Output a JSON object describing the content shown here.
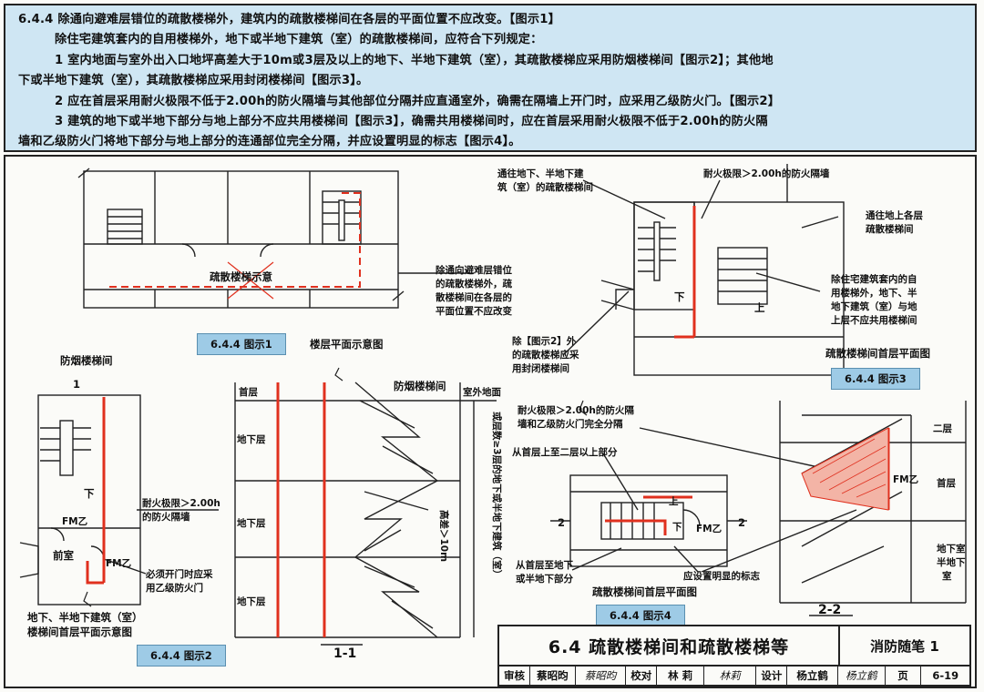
{
  "clause": {
    "line1": "6.4.4  除通向避难层错位的疏散楼梯外，建筑内的疏散楼梯间在各层的平面位置不应改变。【图示1】",
    "line2": "除住宅建筑套内的自用楼梯外，地下或半地下建筑（室）的疏散楼梯间，应符合下列规定：",
    "line3": "1  室内地面与室外出入口地坪高差大于10m或3层及以上的地下、半地下建筑（室），其疏散楼梯应采用防烟楼梯间【图示2】；其他地",
    "line4": "下或半地下建筑（室），其疏散楼梯应采用封闭楼梯间【图示3】。",
    "line5": "2  应在首层采用耐火极限不低于2.00h的防火隔墙与其他部位分隔并应直通室外，确需在隔墙上开门时，应采用乙级防火门。【图示2】",
    "line6": "3  建筑的地下或半地下部分与地上部分不应共用楼梯间【图示3】，确需共用楼梯间时，应在首层采用耐火极限不低于2.00h的防火隔",
    "line7": "墙和乙级防火门将地下部分与地上部分的连通部位完全分隔，并应设置明显的标志【图示4】。"
  },
  "fig1": {
    "crossed_label": "疏散楼梯示意",
    "note": [
      "除通向避难层错位",
      "的疏散楼梯外，疏",
      "散楼梯间在各层的",
      "平面位置不应改变"
    ],
    "tag": "6.4.4  图示1",
    "caption": "楼层平面示意图"
  },
  "fig2": {
    "smoke_stair": "防烟楼梯间",
    "section_mark": "1",
    "fm": "FM乙",
    "down": "下",
    "anteroom": "前室",
    "fm2": "FM乙",
    "wall_note": [
      "耐火极限＞2.00h",
      "的防火隔墙"
    ],
    "door_note": [
      "必须开门时应采",
      "用乙级防火门"
    ],
    "caption": [
      "地下、半地下建筑（室）",
      "楼梯间首层平面示意图"
    ],
    "tag": "6.4.4  图示2"
  },
  "fig3": {
    "note_top": [
      "通往地下、半地下建",
      "筑（室）的疏散楼梯间"
    ],
    "note_wall": "耐火极限＞2.00h的防火隔墙",
    "note_right": [
      "通往地上各层",
      "疏散楼梯间"
    ],
    "note_share": [
      "除住宅建筑套内的自",
      "用楼梯外，地下、半",
      "地下建筑（室）与地",
      "上层不应共用楼梯间"
    ],
    "note_left": [
      "除【图示2】外",
      "的疏散楼梯应采",
      "用封闭楼梯间"
    ],
    "up": "上",
    "down": "下",
    "caption": "疏散楼梯间首层平面图",
    "tag": "6.4.4  图示3"
  },
  "section11": {
    "floors": [
      "首层",
      "地下层",
      "地下层",
      "地下层"
    ],
    "smoke_stair": "防烟楼梯间",
    "outdoor": "室外地面",
    "height_note": "高差＞10m",
    "vertical_note": "或层数≥3层的地下或半地下建筑（室）",
    "label": "1-1"
  },
  "fig4": {
    "note_wall": [
      "耐火极限＞2.00h的防火隔",
      "墙和乙级防火门完全分隔"
    ],
    "note_up": "从首层上至二层以上部分",
    "note_down": [
      "从首层至地下",
      "或半地下部分"
    ],
    "note_sign": "应设置明显的标志",
    "caption": "疏散楼梯间首层平面图",
    "tag": "6.4.4  图示4",
    "up": "上",
    "down": "下",
    "mark": "2",
    "fm": "FM乙"
  },
  "section22": {
    "floors": [
      "二层",
      "首层",
      "地下室",
      "半地下",
      "室"
    ],
    "fm": "FM乙",
    "label": "2-2"
  },
  "titleblock": {
    "title": "6.4  疏散楼梯间和疏散楼梯等",
    "code": "消防随笔 1",
    "audit": "审核",
    "auditor": "蔡昭昀",
    "audit_sig": "蔡昭昀",
    "check": "校对",
    "checker": "林 莉",
    "check_sig": "林莉",
    "design": "设计",
    "designer": "杨立鹤",
    "design_sig": "杨立鹤",
    "page_label": "页",
    "page": "6-19"
  },
  "colors": {
    "fire_wall": "#e0301e",
    "clause_bg": "#cfe6f3",
    "tag_bg": "#9ecbe6"
  }
}
